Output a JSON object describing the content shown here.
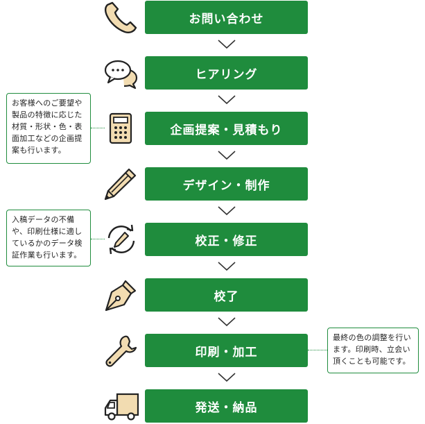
{
  "steps": [
    {
      "label": "お問い合わせ",
      "icon": "phone-icon"
    },
    {
      "label": "ヒアリング",
      "icon": "speech-bubbles-icon"
    },
    {
      "label": "企画提案・見積もり",
      "icon": "calculator-icon"
    },
    {
      "label": "デザイン・制作",
      "icon": "pencil-icon"
    },
    {
      "label": "校正・修正",
      "icon": "refresh-pen-icon"
    },
    {
      "label": "校了",
      "icon": "fountain-pen-icon"
    },
    {
      "label": "印刷・加工",
      "icon": "wrench-icon"
    },
    {
      "label": "発送・納品",
      "icon": "truck-icon"
    }
  ],
  "notes": {
    "planning": "お客様へのご要望や製品の特徴に応じた材質・形状・色・表面加工などの企画提案も行います。",
    "proofing": "入稿データの不備や、印刷仕様に適しているかのデータ検証作業も行います。",
    "printing": "最終の色の調整を行います。印刷時、立会い頂くことも可能です。"
  },
  "colors": {
    "accent": "#1f8c3d",
    "icon_fill": "#f2dcb1",
    "icon_stroke": "#222222",
    "chevron": "#333333"
  }
}
